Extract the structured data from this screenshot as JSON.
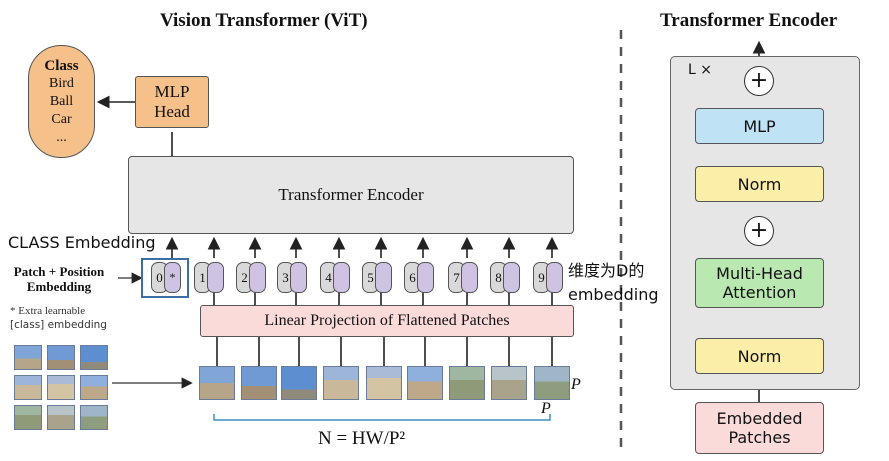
{
  "titles": {
    "vit": "Vision Transformer (ViT)",
    "encoder": "Transformer Encoder"
  },
  "class_pill": {
    "heading": "Class",
    "items": [
      "Bird",
      "Ball",
      "Car",
      "..."
    ]
  },
  "blocks": {
    "mlp_head_line1": "MLP",
    "mlp_head_line2": "Head",
    "encoder": "Transformer Encoder",
    "linear_projection": "Linear Projection of Flattened Patches"
  },
  "tokens": {
    "class_index": "0",
    "class_star": "*",
    "patch_indices": [
      "1",
      "2",
      "3",
      "4",
      "5",
      "6",
      "7",
      "8",
      "9"
    ]
  },
  "labels": {
    "class_embedding": "CLASS Embedding",
    "patch_position_line1": "Patch + Position",
    "patch_position_line2": "Embedding",
    "extra_line1": "* Extra learnable",
    "extra_line2": "[class] embedding",
    "dim_line1": "维度为D的",
    "dim_line2": "embedding",
    "n_formula": "N = HW/P²",
    "p1": "P",
    "p2": "P"
  },
  "encoder_block": {
    "repeat": "L ×",
    "mlp": "MLP",
    "norm_top": "Norm",
    "mha_line1": "Multi-Head",
    "mha_line2": "Attention",
    "norm_bottom": "Norm",
    "embedded_line1": "Embedded",
    "embedded_line2": "Patches",
    "plus": "+"
  },
  "colors": {
    "orange": "#f6c08a",
    "gray": "#e6e6e6",
    "pink": "#fbdada",
    "purple": "#cfc3e3",
    "blue": "#bfe3f5",
    "yellow": "#fbeea9",
    "green": "#b9e8b0",
    "highlight": "#3a6ea5"
  }
}
